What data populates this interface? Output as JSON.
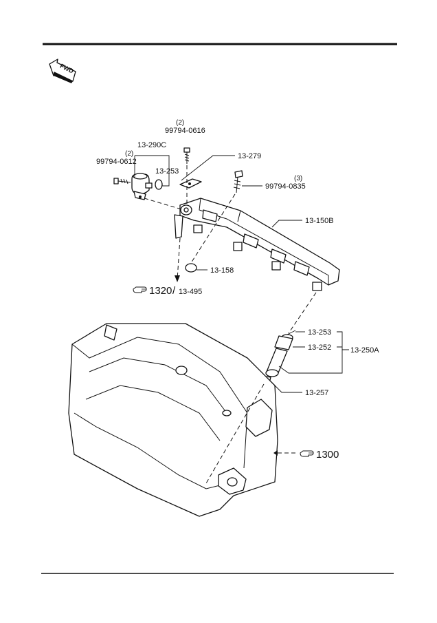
{
  "fwd_label": "FWD",
  "callouts": {
    "p99794_0616": {
      "num": "99794-0616",
      "qty": "(2)"
    },
    "p99794_0612": {
      "num": "99794-0612",
      "qty": "(2)"
    },
    "p13_290C": "13-290C",
    "p13_253_top": "13-253",
    "p13_279": "13-279",
    "p99794_0835": {
      "num": "99794-0835",
      "qty": "(3)"
    },
    "p13_150B": "13-150B",
    "p13_158": "13-158",
    "ref_1320": {
      "main": "1320",
      "sep": "/",
      "sub": "13-495"
    },
    "p13_253": "13-253",
    "p13_252": "13-252",
    "p13_250A": "13-250A",
    "p13_257": "13-257",
    "ref_1300": "1300"
  },
  "icons": [
    "fwd-arrow-icon",
    "pointing-hand-icon"
  ]
}
